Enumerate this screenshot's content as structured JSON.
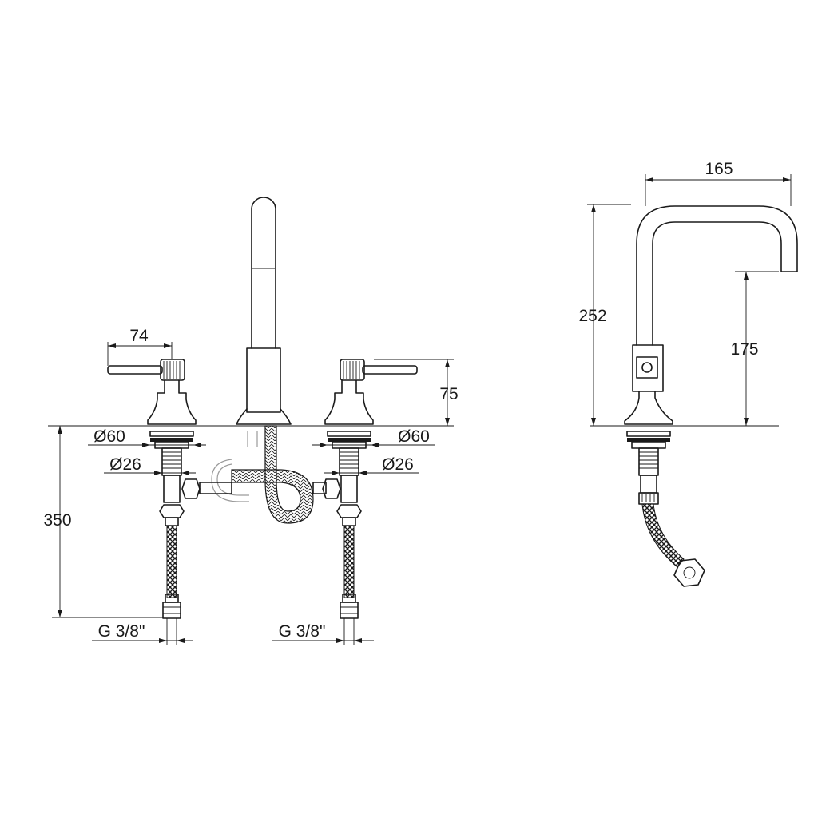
{
  "dimensions": {
    "handle_reach": "74",
    "handle_height": "75",
    "flange_diameter_left": "Ø60",
    "flange_diameter_right": "Ø60",
    "shank_diameter_left": "Ø26",
    "shank_diameter_right": "Ø26",
    "hose_length": "350",
    "thread_left": "G 3/8\"",
    "thread_right": "G 3/8\"",
    "spout_reach": "165",
    "spout_height": "252",
    "outlet_height": "175"
  },
  "colors": {
    "line": "#1a1a1a",
    "background": "#ffffff",
    "hidden": "#9a9a9a"
  }
}
